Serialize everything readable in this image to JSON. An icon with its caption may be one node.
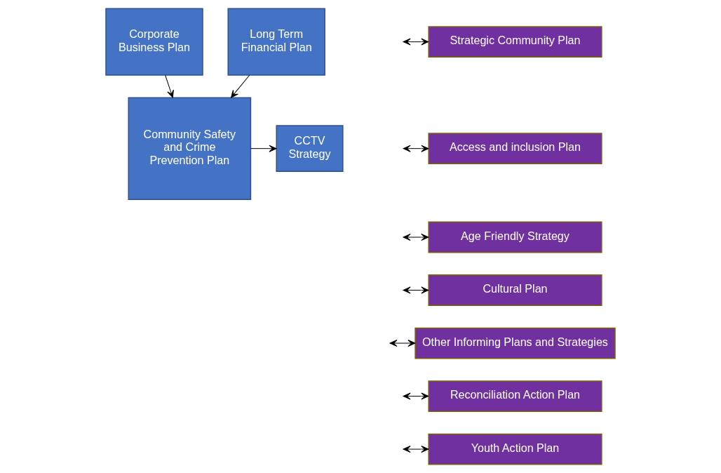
{
  "diagram": {
    "nodes": [
      {
        "text": [
          "Corporate Business Plan"
        ]
      },
      {
        "text": [
          "Long Term Financial Plan"
        ]
      },
      {
        "text": [
          "Community Safety and Crime Prevention Plan"
        ]
      },
      {
        "text": [
          "CCTV Strategy"
        ]
      },
      {
        "text": [
          "Strategic Community Plan"
        ]
      },
      {
        "text": [
          "Access and inclusion Plan"
        ]
      },
      {
        "text": [
          "Age Friendly Strategy"
        ]
      },
      {
        "text": [
          "Cultural Plan"
        ]
      },
      {
        "text": [
          "Other Informing Plans and Strategies"
        ]
      },
      {
        "text": [
          "Reconciliation Action Plan"
        ]
      },
      {
        "text": [
          "Youth Action Plan"
        ]
      }
    ],
    "edges": [
      {
        "from": 0,
        "to": 2,
        "arrow": "to"
      },
      {
        "from": 1,
        "to": 2,
        "arrow": "to"
      },
      {
        "from": 2,
        "to": 3,
        "arrow": "to"
      },
      {
        "from": null,
        "to": 4,
        "arrow": "both"
      },
      {
        "from": null,
        "to": 5,
        "arrow": "both"
      },
      {
        "from": null,
        "to": 6,
        "arrow": "both"
      },
      {
        "from": null,
        "to": 7,
        "arrow": "both"
      },
      {
        "from": null,
        "to": 8,
        "arrow": "both"
      },
      {
        "from": null,
        "to": 9,
        "arrow": "both"
      },
      {
        "from": null,
        "to": 10,
        "arrow": "both"
      }
    ]
  }
}
